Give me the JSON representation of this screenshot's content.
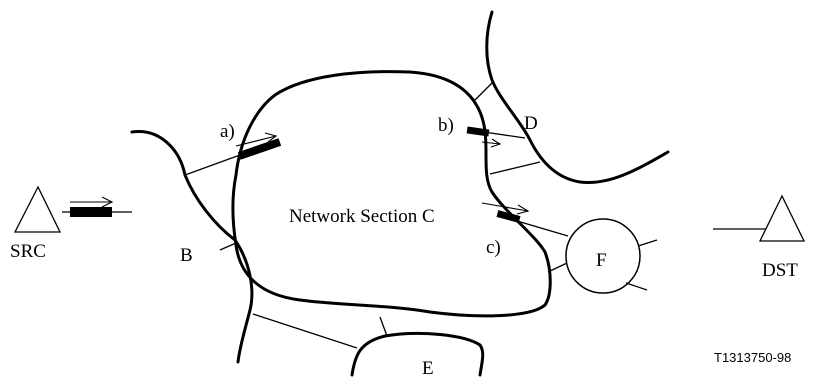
{
  "diagram": {
    "labels": {
      "src": "SRC",
      "dst": "DST",
      "network_section": "Network Section C",
      "b": "B",
      "d": "D",
      "e": "E",
      "f": "F",
      "point_a": "a)",
      "point_b": "b)",
      "point_c": "c)"
    },
    "figure_id": "T1313750-98"
  }
}
